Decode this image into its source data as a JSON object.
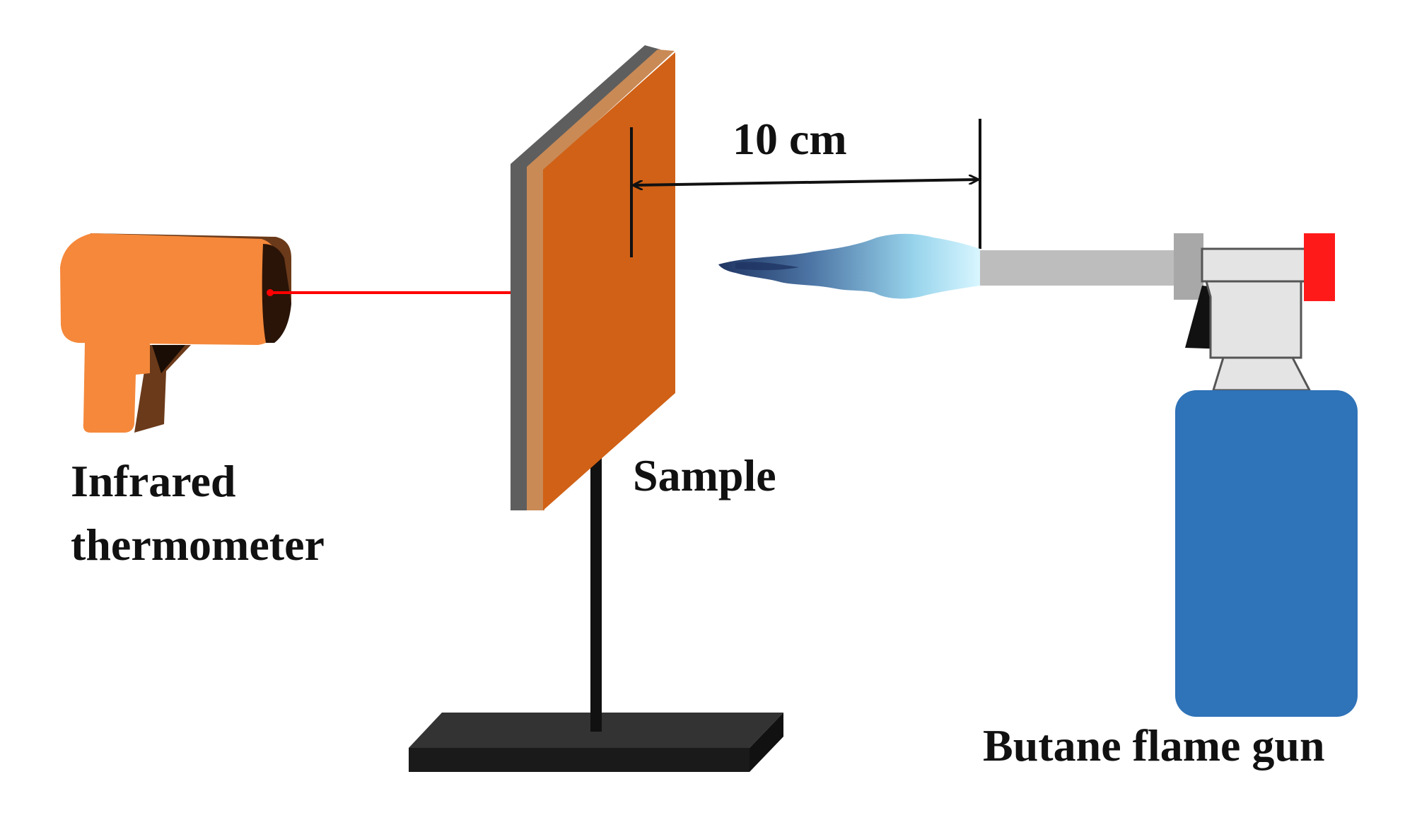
{
  "labels": {
    "distance": "10 cm",
    "thermometer_line1": "Infrared",
    "thermometer_line2": "thermometer",
    "sample": "Sample",
    "flame_gun": "Butane flame gun"
  },
  "colors": {
    "thermometer_body": "#f5883a",
    "thermometer_shadow": "#6b3a1a",
    "laser": "#ff0000",
    "sample_face": "#d06116",
    "sample_edge": "#5e5e5e",
    "stand": "#222222",
    "flame_inner": "#c8f0ff",
    "flame_outer": "#2e4a78",
    "nozzle": "#bdbdbd",
    "canister": "#2f73b8",
    "valve": "#ff1a1a",
    "dimension_line": "#111111"
  }
}
